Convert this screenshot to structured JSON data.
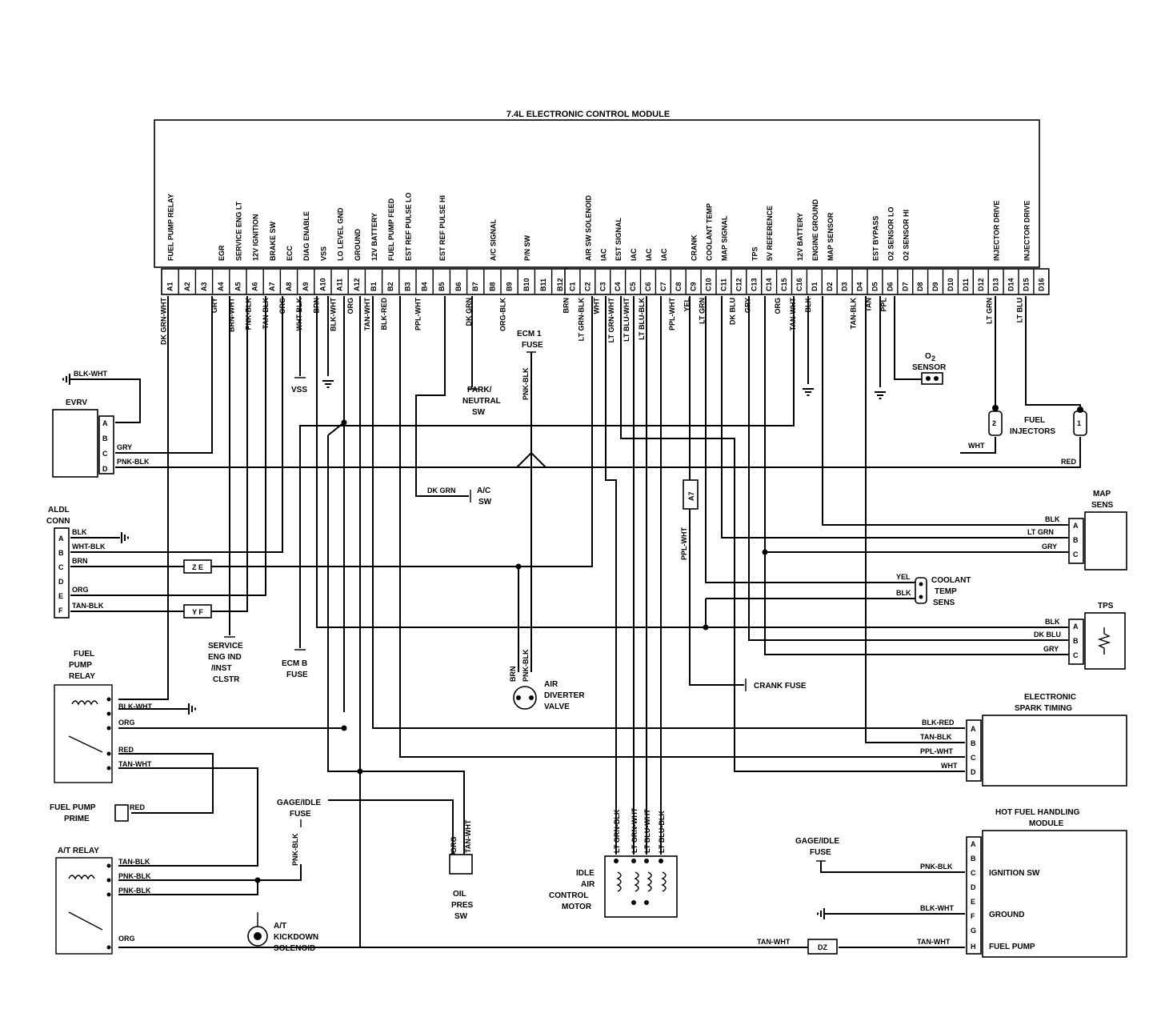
{
  "module_title": "7.4L ELECTRONIC CONTROL MODULE",
  "pins": [
    {
      "id": "A1",
      "function": "FUEL PUMP RELAY",
      "wire": "DK GRN-WHT"
    },
    {
      "id": "A2",
      "function": "",
      "wire": ""
    },
    {
      "id": "A3",
      "function": "",
      "wire": ""
    },
    {
      "id": "A4",
      "function": "EGR",
      "wire": "GRY"
    },
    {
      "id": "A5",
      "function": "SERVICE ENG LT",
      "wire": "BRN-WHT"
    },
    {
      "id": "A6",
      "function": "12V IGNITION",
      "wire": "PNK-BLK"
    },
    {
      "id": "A7",
      "function": "BRAKE SW",
      "wire": "TAN-BLK"
    },
    {
      "id": "A8",
      "function": "ECC",
      "wire": "ORG"
    },
    {
      "id": "A9",
      "function": "DIAG ENABLE",
      "wire": "WHT-BLK"
    },
    {
      "id": "A10",
      "function": "VSS",
      "wire": "BRN"
    },
    {
      "id": "A11",
      "function": "LO LEVEL GND",
      "wire": "BLK-WHT"
    },
    {
      "id": "A12",
      "function": "GROUND",
      "wire": "ORG"
    },
    {
      "id": "B1",
      "function": "12V BATTERY",
      "wire": "TAN-WHT"
    },
    {
      "id": "B2",
      "function": "FUEL PUMP FEED",
      "wire": "BLK-RED"
    },
    {
      "id": "B3",
      "function": "EST REF PULSE LO",
      "wire": ""
    },
    {
      "id": "B4",
      "function": "",
      "wire": "PPL-WHT"
    },
    {
      "id": "B5",
      "function": "EST REF PULSE HI",
      "wire": ""
    },
    {
      "id": "B6",
      "function": "",
      "wire": ""
    },
    {
      "id": "B7",
      "function": "",
      "wire": "DK GRN"
    },
    {
      "id": "B8",
      "function": "A/C SIGNAL",
      "wire": ""
    },
    {
      "id": "B9",
      "function": "",
      "wire": "ORG-BLK"
    },
    {
      "id": "B10",
      "function": "P/N SW",
      "wire": ""
    },
    {
      "id": "B11",
      "function": "",
      "wire": ""
    },
    {
      "id": "B12",
      "function": "",
      "wire": ""
    },
    {
      "id": "C1",
      "function": "",
      "wire": "BRN"
    },
    {
      "id": "C2",
      "function": "AIR SW SOLENOID",
      "wire": "LT GRN-BLK"
    },
    {
      "id": "C3",
      "function": "IAC",
      "wire": "WHT"
    },
    {
      "id": "C4",
      "function": "EST SIGNAL",
      "wire": "LT GRN-WHT"
    },
    {
      "id": "C5",
      "function": "IAC",
      "wire": "LT BLU-WHT"
    },
    {
      "id": "C6",
      "function": "IAC",
      "wire": "LT BLU-BLK"
    },
    {
      "id": "C7",
      "function": "IAC",
      "wire": ""
    },
    {
      "id": "C8",
      "function": "",
      "wire": "PPL-WHT"
    },
    {
      "id": "C9",
      "function": "CRANK",
      "wire": "YEL"
    },
    {
      "id": "C10",
      "function": "COOLANT TEMP",
      "wire": "LT GRN"
    },
    {
      "id": "C11",
      "function": "MAP SIGNAL",
      "wire": ""
    },
    {
      "id": "C12",
      "function": "",
      "wire": "DK BLU"
    },
    {
      "id": "C13",
      "function": "TPS",
      "wire": "GRY"
    },
    {
      "id": "C14",
      "function": "5V REFERENCE",
      "wire": ""
    },
    {
      "id": "C15",
      "function": "",
      "wire": "ORG"
    },
    {
      "id": "C16",
      "function": "12V BATTERY",
      "wire": "TAN-WHT"
    },
    {
      "id": "D1",
      "function": "ENGINE GROUND",
      "wire": "BLK"
    },
    {
      "id": "D2",
      "function": "MAP SENSOR",
      "wire": ""
    },
    {
      "id": "D3",
      "function": "",
      "wire": ""
    },
    {
      "id": "D4",
      "function": "",
      "wire": "TAN-BLK"
    },
    {
      "id": "D5",
      "function": "EST BYPASS",
      "wire": "TAN"
    },
    {
      "id": "D6",
      "function": "O2 SENSOR LO",
      "wire": "PPL"
    },
    {
      "id": "D7",
      "function": "O2 SENSOR HI",
      "wire": ""
    },
    {
      "id": "D8",
      "function": "",
      "wire": ""
    },
    {
      "id": "D9",
      "function": "",
      "wire": ""
    },
    {
      "id": "D10",
      "function": "",
      "wire": ""
    },
    {
      "id": "D11",
      "function": "",
      "wire": ""
    },
    {
      "id": "D12",
      "function": "",
      "wire": ""
    },
    {
      "id": "D13",
      "function": "INJECTOR DRIVE",
      "wire": "LT GRN"
    },
    {
      "id": "D14",
      "function": "",
      "wire": ""
    },
    {
      "id": "D15",
      "function": "INJECTOR DRIVE",
      "wire": "LT BLU"
    },
    {
      "id": "D16",
      "function": "",
      "wire": ""
    }
  ],
  "components": {
    "evrv": {
      "name": "EVRV",
      "pins": [
        "A",
        "B",
        "C",
        "D"
      ],
      "wires": {
        "a": "BLK-WHT",
        "c": "GRY",
        "d": "PNK-BLK"
      }
    },
    "aldl": {
      "name": "ALDL CONN",
      "pins": [
        "A",
        "B",
        "C",
        "E",
        "F"
      ],
      "wires": {
        "a": "BLK",
        "b": "WHT-BLK",
        "c": "BRN",
        "e": "ORG",
        "f": "TAN-BLK"
      }
    },
    "fuel_pump_relay": {
      "name": "FUEL PUMP RELAY",
      "wires": [
        "BLK-WHT",
        "ORG",
        "RED",
        "TAN-WHT"
      ]
    },
    "fuel_pump_prime": {
      "name": "FUEL PUMP PRIME",
      "wire": "RED"
    },
    "at_relay": {
      "name": "A/T RELAY",
      "wires": [
        "TAN-BLK",
        "PNK-BLK",
        "PNK-BLK",
        "ORG"
      ]
    },
    "at_kickdown": {
      "name": "A/T KICKDOWN SOLENOID"
    },
    "gage_idle_fuse_left": {
      "name": "GAGE/IDLE FUSE",
      "wire": "PNK-BLK"
    },
    "oil_pres_sw": {
      "name": "OIL PRES SW",
      "wires": [
        "ORG",
        "TAN-WHT"
      ]
    },
    "service_eng": {
      "name": "SERVICE ENG IND /INST CLSTR"
    },
    "ecm_b_fuse": {
      "name": "ECM B FUSE"
    },
    "vss": {
      "name": "VSS"
    },
    "park_neutral": {
      "name": "PARK/ NEUTRAL SW"
    },
    "ac_sw": {
      "name": "A/C SW",
      "wire": "DK GRN"
    },
    "ecm1_fuse": {
      "name": "ECM 1 FUSE",
      "wire": "PNK-BLK"
    },
    "air_diverter": {
      "name": "AIR DIVERTER VALVE",
      "wires": [
        "BRN",
        "PNK-BLK"
      ]
    },
    "iac_motor": {
      "name": "IDLE AIR CONTROL MOTOR",
      "wires": [
        "LT GRN-BLK",
        "LT GRN-WHT",
        "LT BLU-WHT",
        "LT BLU-BLK"
      ]
    },
    "crank_fuse": {
      "name": "CRANK FUSE",
      "connector": "A7",
      "wire": "PPL-WHT"
    },
    "o2_sensor": {
      "name": "O2 SENSOR"
    },
    "fuel_injectors": {
      "name": "FUEL INJECTORS",
      "pins": [
        "2",
        "1"
      ],
      "wires": [
        "WHT",
        "RED"
      ]
    },
    "map_sens": {
      "name": "MAP SENS",
      "pins": [
        "A",
        "B",
        "C"
      ],
      "wires": [
        "BLK",
        "LT GRN",
        "GRY"
      ]
    },
    "coolant_temp": {
      "name": "COOLANT TEMP SENS",
      "wires": [
        "YEL",
        "BLK"
      ]
    },
    "tps": {
      "name": "TPS",
      "pins": [
        "A",
        "B",
        "C"
      ],
      "wires": [
        "BLK",
        "DK BLU",
        "GRY"
      ]
    },
    "est": {
      "name": "ELECTRONIC SPARK TIMING",
      "pins": [
        "A",
        "B",
        "C",
        "D"
      ],
      "wires": [
        "BLK-RED",
        "TAN-BLK",
        "PPL-WHT",
        "WHT"
      ]
    },
    "hot_fuel": {
      "name": "HOT FUEL HANDLING MODULE",
      "pins": [
        "A",
        "B",
        "C",
        "D",
        "E",
        "F",
        "G",
        "H"
      ],
      "labels": {
        "ignition": "IGNITION SW",
        "ground": "GROUND",
        "pump": "FUEL PUMP"
      },
      "wires": {
        "ign": "PNK-BLK",
        "gnd": "BLK-WHT",
        "pump": "TAN-WHT"
      }
    },
    "gage_idle_fuse_right": {
      "name": "GAGE/IDLE FUSE"
    },
    "inline_connectors": {
      "ze": "Z E",
      "yf": "Y F",
      "dz": "DZ"
    }
  }
}
